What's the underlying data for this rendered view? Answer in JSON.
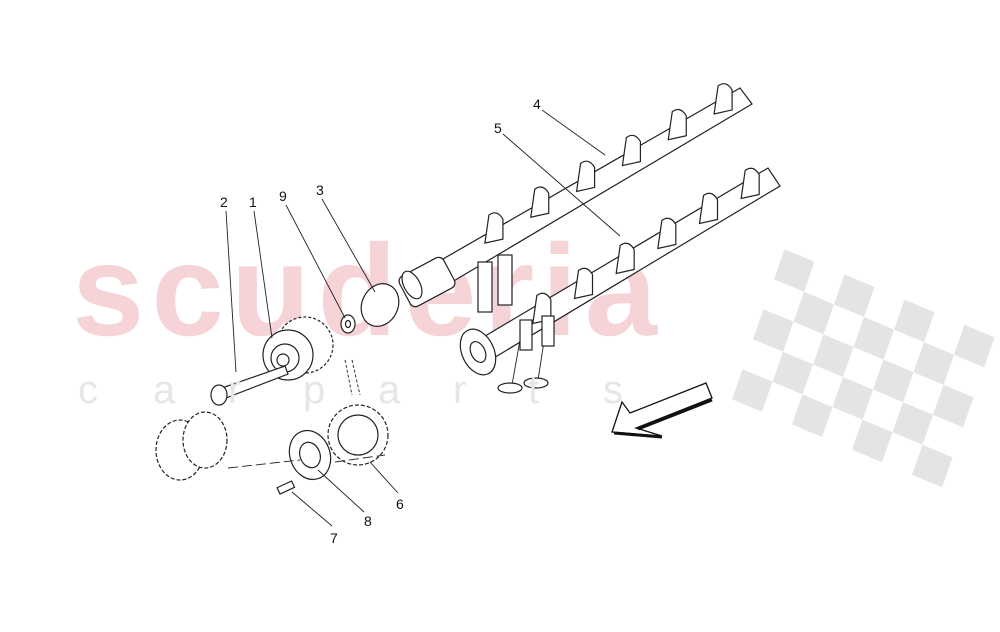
{
  "watermark": {
    "brand": "scuderia",
    "sub": [
      "c",
      "a",
      "r",
      "p",
      "a",
      "r",
      "t",
      "s"
    ],
    "brand_color": "#f6d3d6",
    "tile_color": "#e4e4e4"
  },
  "callouts": [
    {
      "id": "1"
    },
    {
      "id": "2"
    },
    {
      "id": "3"
    },
    {
      "id": "4"
    },
    {
      "id": "5"
    },
    {
      "id": "6"
    },
    {
      "id": "7"
    },
    {
      "id": "8"
    },
    {
      "id": "9"
    }
  ],
  "direction_arrow": {
    "icon": "arrow-down-left-icon"
  }
}
